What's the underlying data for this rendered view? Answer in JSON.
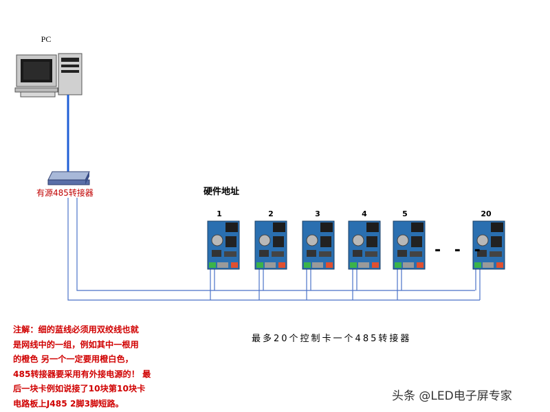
{
  "pc": {
    "label": "PC"
  },
  "converter": {
    "label": "有源485转接器"
  },
  "hardware_address": {
    "label": "硬件地址"
  },
  "cards": [
    {
      "number": "1"
    },
    {
      "number": "2"
    },
    {
      "number": "3"
    },
    {
      "number": "4"
    },
    {
      "number": "5"
    },
    {
      "number": "20"
    }
  ],
  "ellipsis": "- - -",
  "summary": "最多20个控制卡一个485转接器",
  "note": {
    "lines": [
      "注解：细的蓝线必须用双绞线也就",
      "是网线中的一组，例如其中一根用",
      "的橙色 另一个一定要用橙白色，",
      "485转接器要采用有外接电源的！ 最",
      "后一块卡例如说接了10块第10块卡",
      "电路板上J485  2脚3脚短路。"
    ]
  },
  "watermark": "头条 @LED电子屏专家",
  "colors": {
    "cable": "#1f5fd6",
    "thin_line": "#4a72c8",
    "note_text": "#d00000",
    "pcb": "#2a6fb0"
  }
}
